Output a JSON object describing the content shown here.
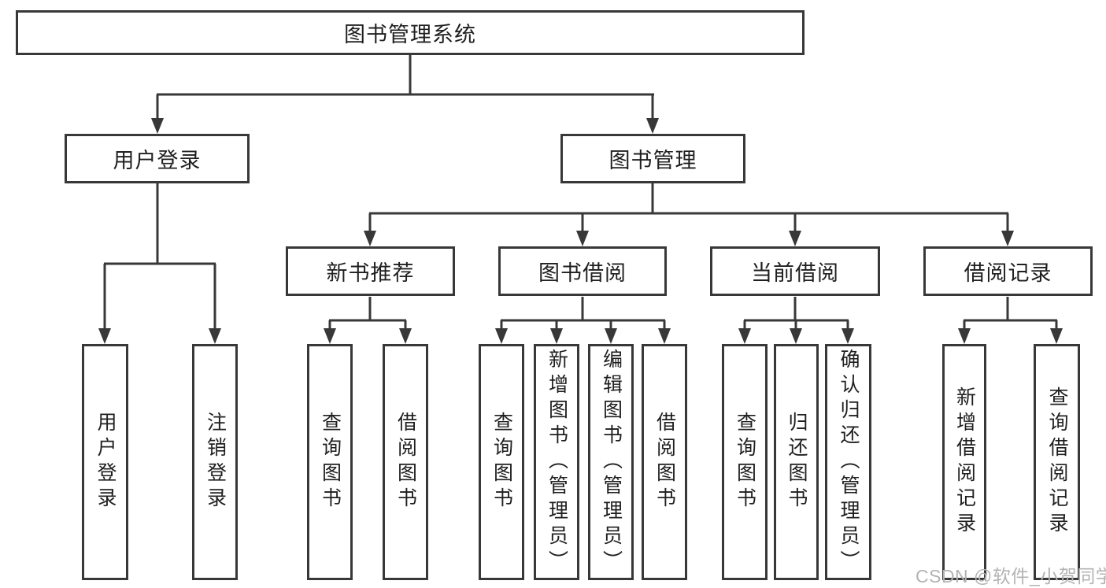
{
  "diagram": {
    "root": {
      "label": "图书管理系统"
    },
    "branches": [
      {
        "label": "用户登录",
        "children": [
          {
            "label": "用户登录"
          },
          {
            "label": "注销登录"
          }
        ]
      },
      {
        "label": "图书管理",
        "children": [
          {
            "label": "新书推荐",
            "children": [
              {
                "label": "查询图书"
              },
              {
                "label": "借阅图书"
              }
            ]
          },
          {
            "label": "图书借阅",
            "children": [
              {
                "label": "查询图书"
              },
              {
                "label": "新增图书（管理员）"
              },
              {
                "label": "编辑图书（管理员）"
              },
              {
                "label": "借阅图书"
              }
            ]
          },
          {
            "label": "当前借阅",
            "children": [
              {
                "label": "查询图书"
              },
              {
                "label": "归还图书"
              },
              {
                "label": "确认归还（管理员）"
              }
            ]
          },
          {
            "label": "借阅记录",
            "children": [
              {
                "label": "新增借阅记录"
              },
              {
                "label": "查询借阅记录"
              }
            ]
          }
        ]
      }
    ],
    "watermark": "CSDN @软件_小贺同学",
    "colors": {
      "line": "#383838",
      "box_background": "#ffffff",
      "text": "#1f1f1f",
      "watermark": "#b3b3b3"
    }
  }
}
